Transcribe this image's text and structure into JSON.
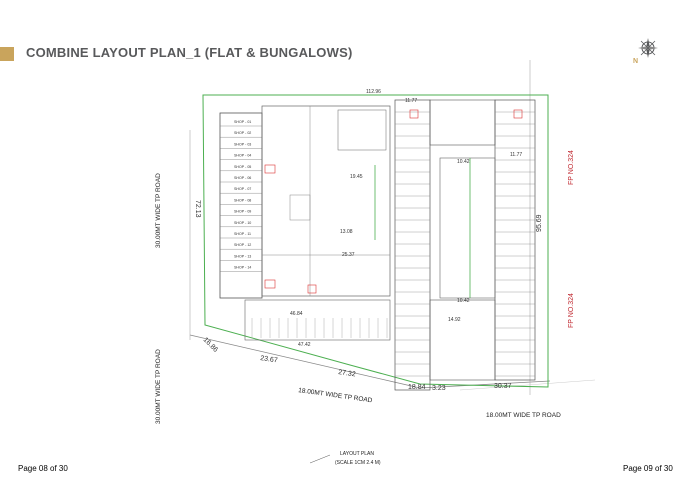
{
  "header": {
    "title": "COMBINE LAYOUT PLAN_1 (FLAT & BUNGALOWS)",
    "compass_letter": "N",
    "accent_color": "#c9a45c"
  },
  "roads": {
    "left_upper": "30.00MT WIDE TP ROAD",
    "left_lower": "30.00MT WIDE TP ROAD",
    "bottom_middle": "18.00MT WIDE TP ROAD",
    "bottom_right": "18.00MT WIDE TP ROAD"
  },
  "fp_labels": {
    "upper": "FP NO.324",
    "lower": "FP NO.324"
  },
  "dimensions": {
    "left_side": "72.13",
    "right_side": "95.69",
    "top": "112.96",
    "bottom_1": "23.67",
    "bottom_2": "27.32",
    "bottom_3": "18.84",
    "bottom_4": "3.23",
    "bottom_5": "30.37",
    "corner": "16.86",
    "inner_1": "19.45",
    "inner_2": "13.08",
    "inner_3": "25.37",
    "inner_4": "10.42",
    "inner_5": "10.42",
    "inner_6": "14.92",
    "inner_7": "46.84",
    "inner_8": "47.42",
    "row_dim": "11.77"
  },
  "shops": [
    "SHOP - 01",
    "SHOP - 02",
    "SHOP - 03",
    "SHOP - 04",
    "SHOP - 05",
    "SHOP - 06",
    "SHOP - 07",
    "SHOP - 08",
    "SHOP - 09",
    "SHOP - 10",
    "SHOP - 11",
    "SHOP - 12",
    "SHOP - 13",
    "SHOP - 14"
  ],
  "caption": {
    "line1": "LAYOUT PLAN",
    "line2": "(SCALE 1CM 2.4 M)"
  },
  "footer": {
    "left": "Page 08 of 30",
    "right": "Page 09 of 30"
  }
}
